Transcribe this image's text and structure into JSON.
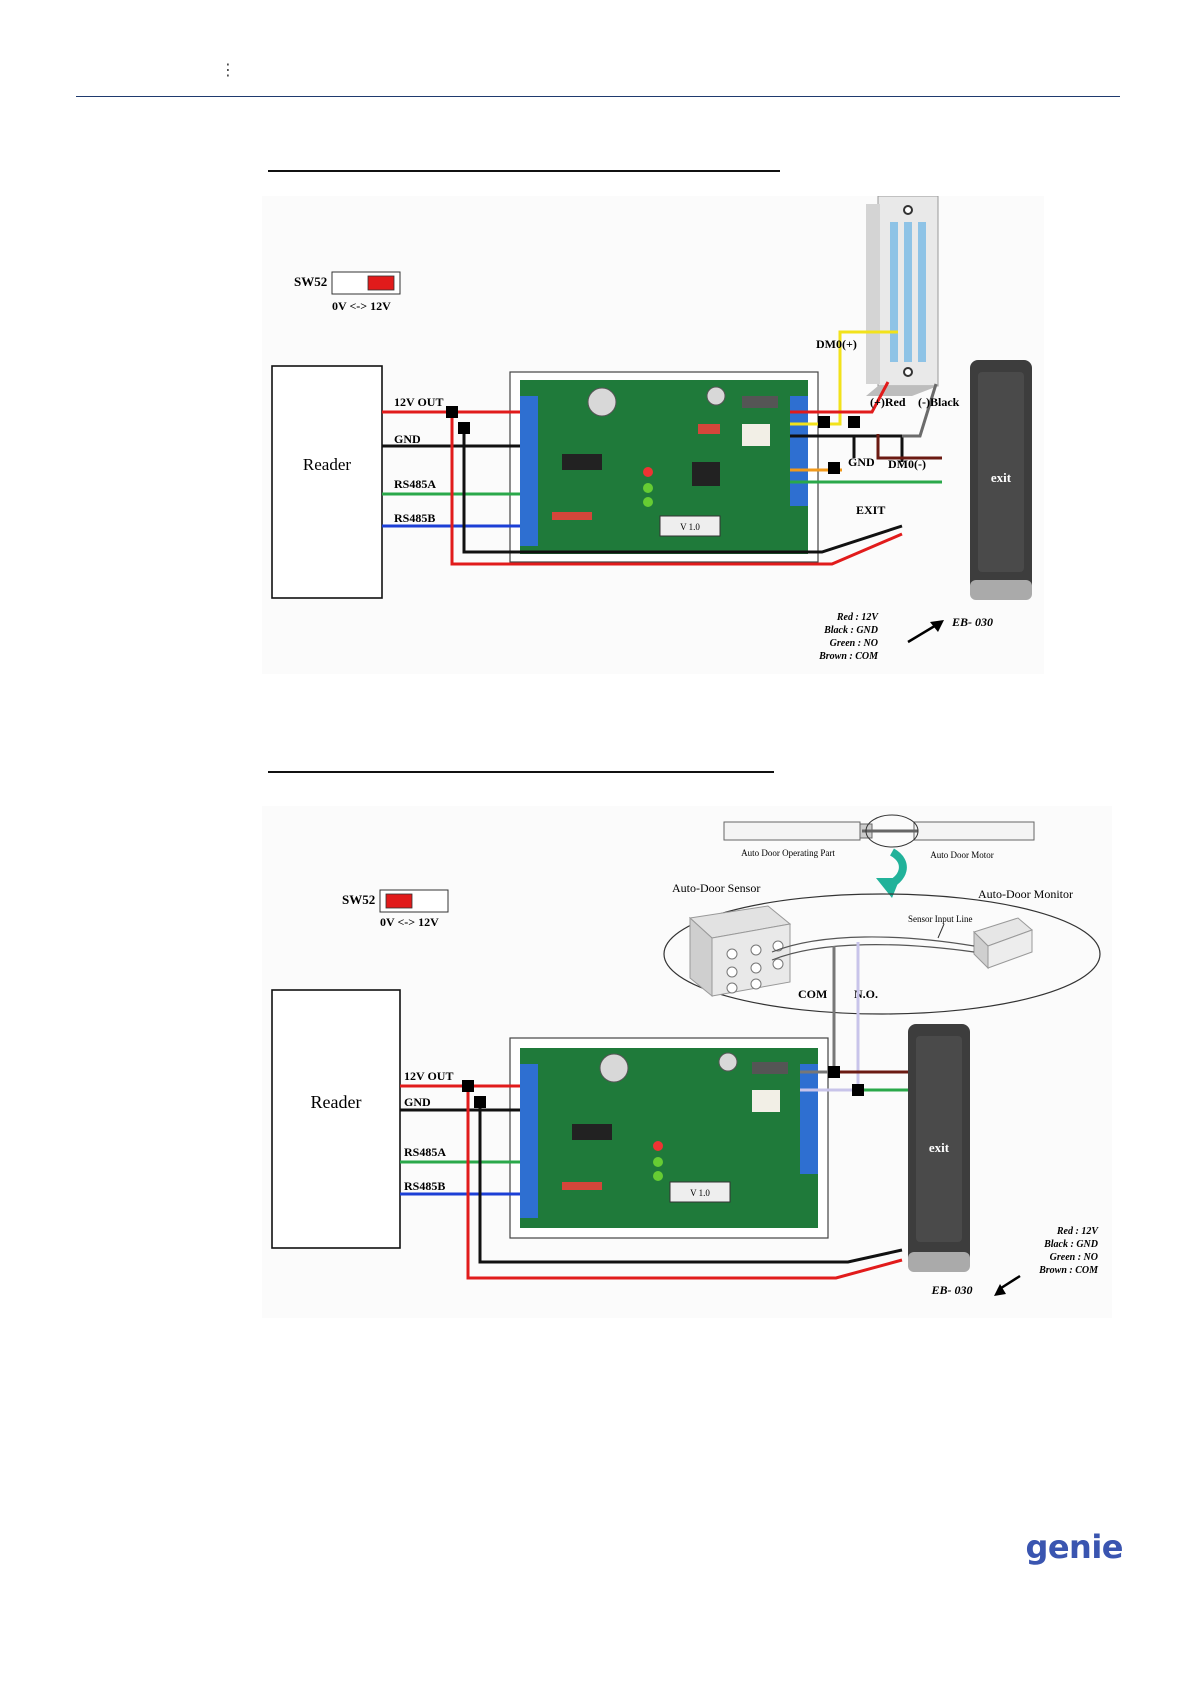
{
  "header": {
    "marker": "⋮"
  },
  "colors": {
    "header_rule": "#1f3a6e",
    "wire_red": "#e11b1b",
    "wire_black": "#111111",
    "wire_green": "#2aa84a",
    "wire_blue": "#1c3fd6",
    "wire_yellow": "#f2e21b",
    "wire_orange": "#f29a1b",
    "wire_brown": "#6b1a12",
    "wire_gray": "#777777",
    "wire_lavender": "#c8c4ea",
    "brand": "#3a55b0"
  },
  "diagram1": {
    "switch": {
      "label": "SW52",
      "range": "0V <-> 12V"
    },
    "reader": "Reader",
    "wires": {
      "out12v": "12V OUT",
      "gnd": "GND",
      "rs485a": "RS485A",
      "rs485b": "RS485B"
    },
    "lock": {
      "dm0_plus": "DM0(+)",
      "plus_red": "(+)Red",
      "minus_black": "(-)Black",
      "gnd": "GND",
      "dm0_minus": "DM0(-)"
    },
    "exit": "EXIT",
    "board": {
      "version": "V 1.0"
    },
    "button": {
      "face": "exit",
      "model": "EB- 030"
    },
    "legend": [
      "Red : 12V",
      "Black : GND",
      "Green : NO",
      "Brown : COM"
    ]
  },
  "diagram2": {
    "switch": {
      "label": "SW52",
      "range": "0V <-> 12V"
    },
    "reader": "Reader",
    "wires": {
      "out12v": "12V OUT",
      "gnd": "GND",
      "rs485a": "RS485A",
      "rs485b": "RS485B"
    },
    "auto_door": {
      "operating_part": "Auto Door Operating Part",
      "motor": "Auto Door Motor",
      "sensor": "Auto-Door Sensor",
      "monitor": "Auto-Door Monitor",
      "sensor_input_line": "Sensor Input Line",
      "com": "COM",
      "no": "N.O."
    },
    "board": {
      "version": "V 1.0"
    },
    "button": {
      "face": "exit",
      "model": "EB- 030"
    },
    "legend": [
      "Red : 12V",
      "Black : GND",
      "Green : NO",
      "Brown : COM"
    ]
  },
  "footer": {
    "logo": "genie"
  }
}
